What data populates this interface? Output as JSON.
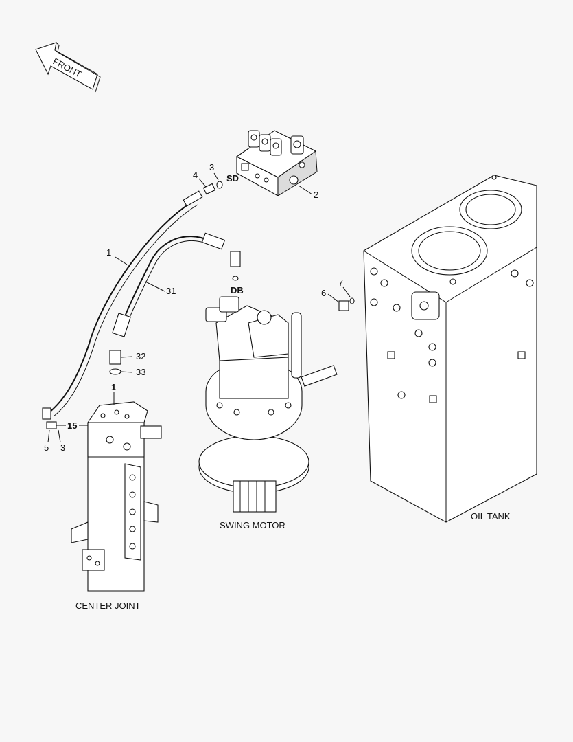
{
  "direction_arrow": {
    "label": "FRONT"
  },
  "assemblies": {
    "center_joint": "CENTER JOINT",
    "swing_motor": "SWING MOTOR",
    "oil_tank": "OIL TANK"
  },
  "callouts": {
    "p1": "1",
    "p2": "2",
    "p3_top": "3",
    "p3_bottom": "3",
    "p4": "4",
    "p5": "5",
    "p6": "6",
    "p7": "7",
    "p31": "31",
    "p32": "32",
    "p33": "33",
    "port_sd": "SD",
    "port_db": "DB",
    "port_1": "1",
    "port_15": "15"
  },
  "icons": {
    "front": "front-arrow-icon"
  }
}
